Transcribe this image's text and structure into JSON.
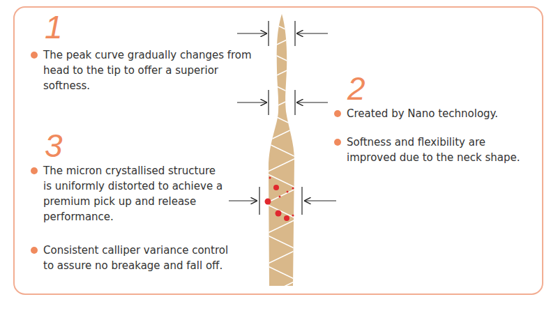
{
  "diagram": {
    "labels": [
      "1",
      "The peak curve gradually changes from head to the tip to offer a superior softness.",
      "2",
      "Created by Nano technology.",
      "Softness and flexibility are improved due to the neck shape.",
      "3",
      "The micron crystallised structure is uniformly distorted to achieve a premium pick up and release performance.",
      "Consistent calliper variance control to assure no breakage and fall off."
    ]
  }
}
